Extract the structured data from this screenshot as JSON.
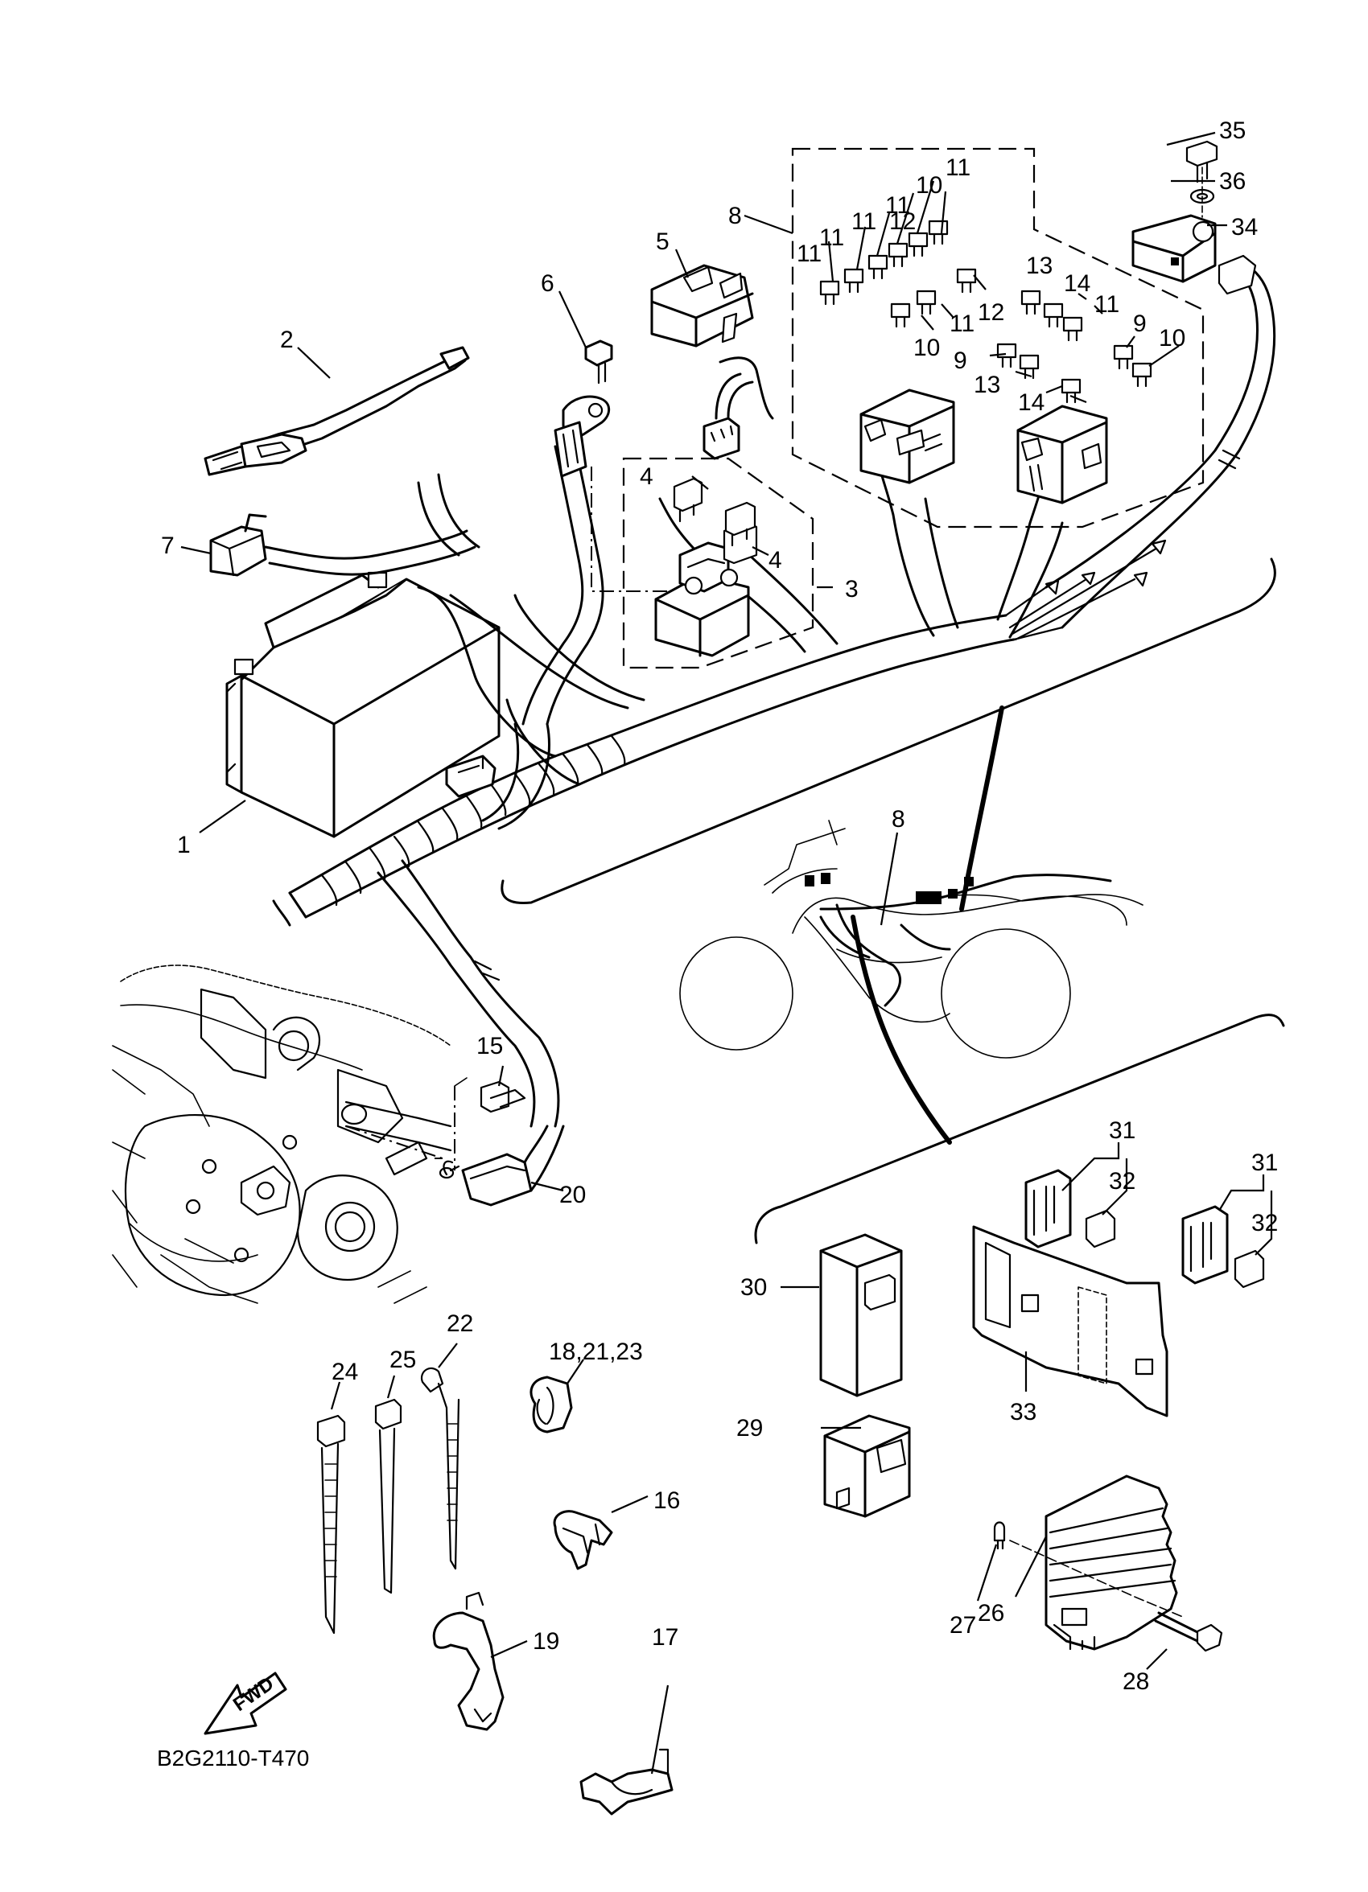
{
  "diagram_code": "B2G2110-T470",
  "fwd_arrow_label": "FWD",
  "callouts": {
    "c1": "1",
    "c2": "2",
    "c3": "3",
    "c4a": "4",
    "c4b": "4",
    "c5": "5",
    "c6": "6",
    "c7": "7",
    "c8a": "8",
    "c8b": "8",
    "c9a": "9",
    "c9b": "9",
    "c10a": "10",
    "c10b": "10",
    "c10c": "10",
    "c11a": "11",
    "c11b": "11",
    "c11c": "11",
    "c11d": "11",
    "c11e": "11",
    "c11f": "11",
    "c12a": "12",
    "c12b": "12",
    "c13a": "13",
    "c13b": "13",
    "c14a": "14",
    "c14b": "14",
    "c15": "15",
    "c16": "16",
    "c17": "17",
    "c18": "18,21,23",
    "c19": "19",
    "c20": "20",
    "c22": "22",
    "c24": "24",
    "c25": "25",
    "c26": "26",
    "c27": "27",
    "c28": "28",
    "c29": "29",
    "c30": "30",
    "c31a": "31",
    "c31b": "31",
    "c32a": "32",
    "c32b": "32",
    "c33": "33",
    "c34": "34",
    "c35": "35",
    "c36": "36"
  }
}
